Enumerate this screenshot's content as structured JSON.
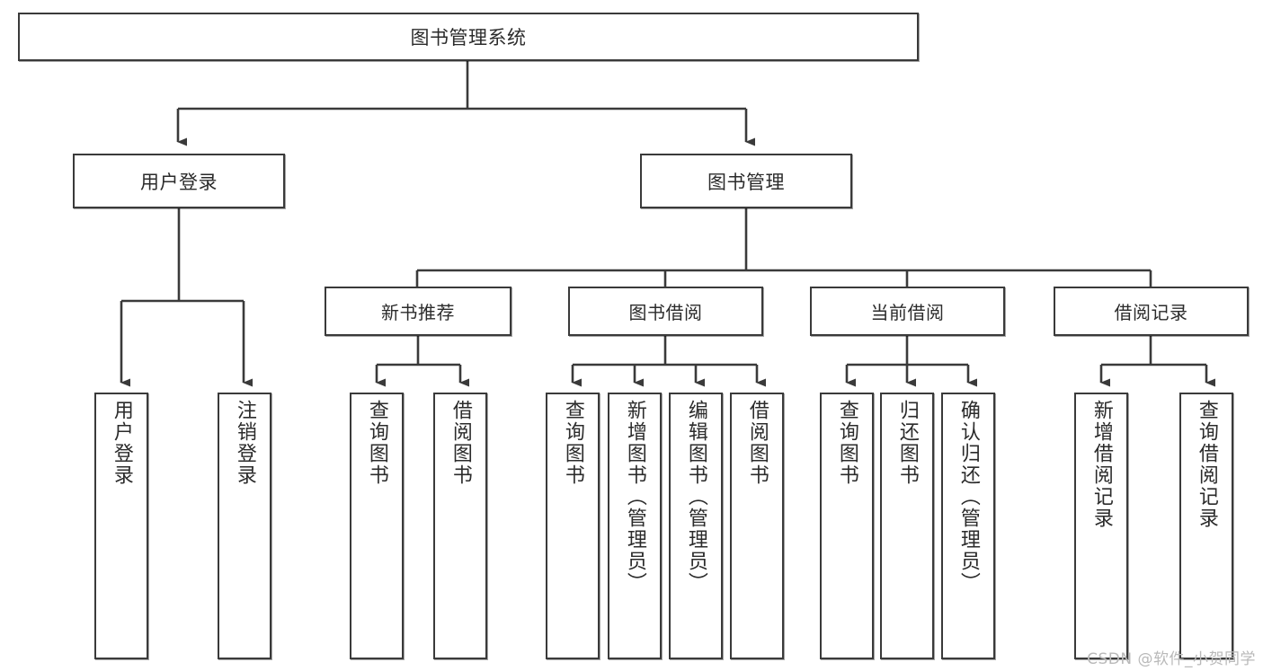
{
  "diagram": {
    "title": "图书管理系统",
    "type": "tree",
    "colors": {
      "box_border": "#3a3a3a",
      "box_fill": "#ffffff",
      "edge": "#3a3a3a",
      "text": "#2b2b2b",
      "watermark": "#b9b9b9",
      "background": "#ffffff"
    },
    "watermark": "CSDN @软件_小贺同学",
    "root": {
      "label": "图书管理系统"
    },
    "level1": [
      {
        "label": "用户登录"
      },
      {
        "label": "图书管理"
      }
    ],
    "level2": [
      {
        "label": "新书推荐"
      },
      {
        "label": "图书借阅"
      },
      {
        "label": "当前借阅"
      },
      {
        "label": "借阅记录"
      }
    ],
    "leaves": {
      "user_login": [
        {
          "label": "用户登录"
        },
        {
          "label": "注销登录"
        }
      ],
      "new_book_recommend": [
        {
          "label": "查询图书"
        },
        {
          "label": "借阅图书"
        }
      ],
      "book_borrow": [
        {
          "label": "查询图书"
        },
        {
          "label": "新增图书（管理员）"
        },
        {
          "label": "编辑图书（管理员）"
        },
        {
          "label": "借阅图书"
        }
      ],
      "current_borrow": [
        {
          "label": "查询图书"
        },
        {
          "label": "归还图书"
        },
        {
          "label": "确认归还（管理员）"
        }
      ],
      "borrow_record": [
        {
          "label": "新增借阅记录"
        },
        {
          "label": "查询借阅记录"
        }
      ]
    }
  }
}
